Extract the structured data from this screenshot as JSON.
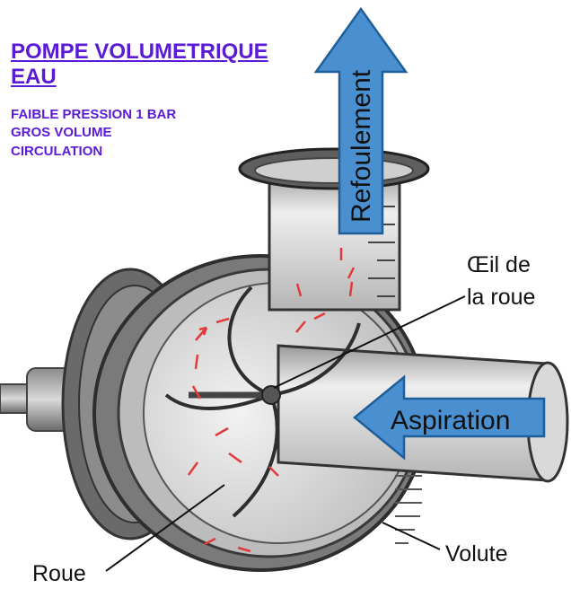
{
  "title": "POMPE VOLUMETRIQUE EAU",
  "subtitle_lines": [
    "FAIBLE PRESSION 1 BAR",
    "GROS VOLUME",
    "CIRCULATION"
  ],
  "arrows": {
    "discharge": "Refoulement",
    "suction": "Aspiration"
  },
  "callouts": {
    "eye_line1": "Œil de",
    "eye_line2": "la roue",
    "volute": "Volute",
    "impeller": "Roue"
  },
  "colors": {
    "title": "#5b1bd6",
    "arrow_fill": "#4a8fcf",
    "arrow_stroke": "#1f5f99",
    "flow_arrows": "#e23a3a",
    "casing_dark": "#555555",
    "casing_light": "#cfcfcf"
  }
}
